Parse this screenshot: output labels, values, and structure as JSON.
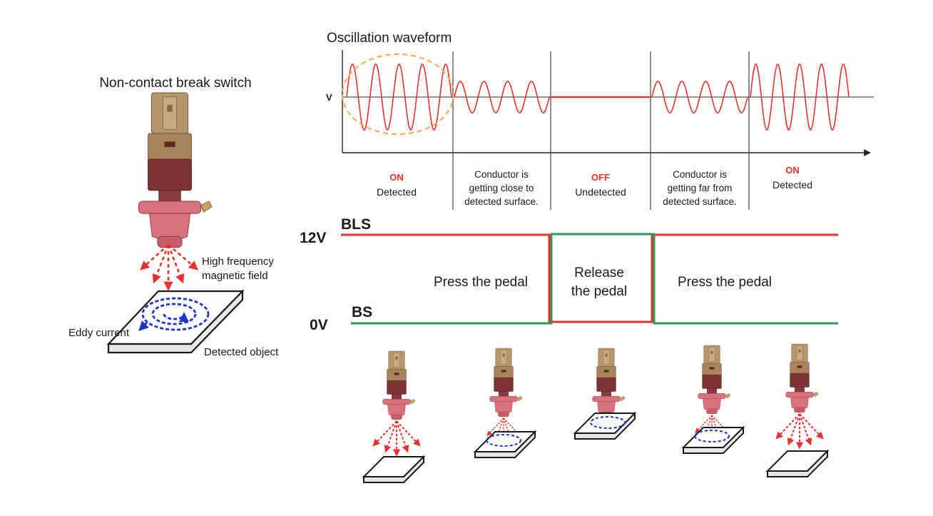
{
  "switch_diagram": {
    "title": "Non-contact break switch",
    "field_label_line1": "High frequency",
    "field_label_line2": "magnetic field",
    "eddy_label": "Eddy current",
    "object_label": "Detected object"
  },
  "waveform": {
    "title": "Oscillation waveform",
    "axis_label": "V",
    "phases": [
      {
        "state": "ON",
        "lines": [
          "Detected"
        ]
      },
      {
        "state": "",
        "lines": [
          "Conductor is",
          "getting close to",
          "detected surface."
        ]
      },
      {
        "state": "OFF",
        "lines": [
          "Undetected"
        ]
      },
      {
        "state": "",
        "lines": [
          "Conductor is",
          "getting far from",
          "detected surface."
        ]
      },
      {
        "state": "ON",
        "lines": [
          "Detected"
        ]
      }
    ]
  },
  "signals": {
    "bls_label": "BLS",
    "bs_label": "BS",
    "high_level": "12V",
    "low_level": "0V",
    "press_left": "Press the pedal",
    "release_line1": "Release",
    "release_line2": "the pedal",
    "press_right": "Press the pedal"
  },
  "colors": {
    "red": "#e8322f",
    "green": "#2e9a57",
    "blue": "#2034c8",
    "switch_tan": "#b7956a",
    "switch_maroon": "#7c3334",
    "switch_pink": "#d8727c",
    "ellipse": "#f2a94b"
  },
  "icons": [
    "switch-icon",
    "magnetic-field-arrows-icon",
    "eddy-current-icon",
    "detected-plate-icon"
  ]
}
